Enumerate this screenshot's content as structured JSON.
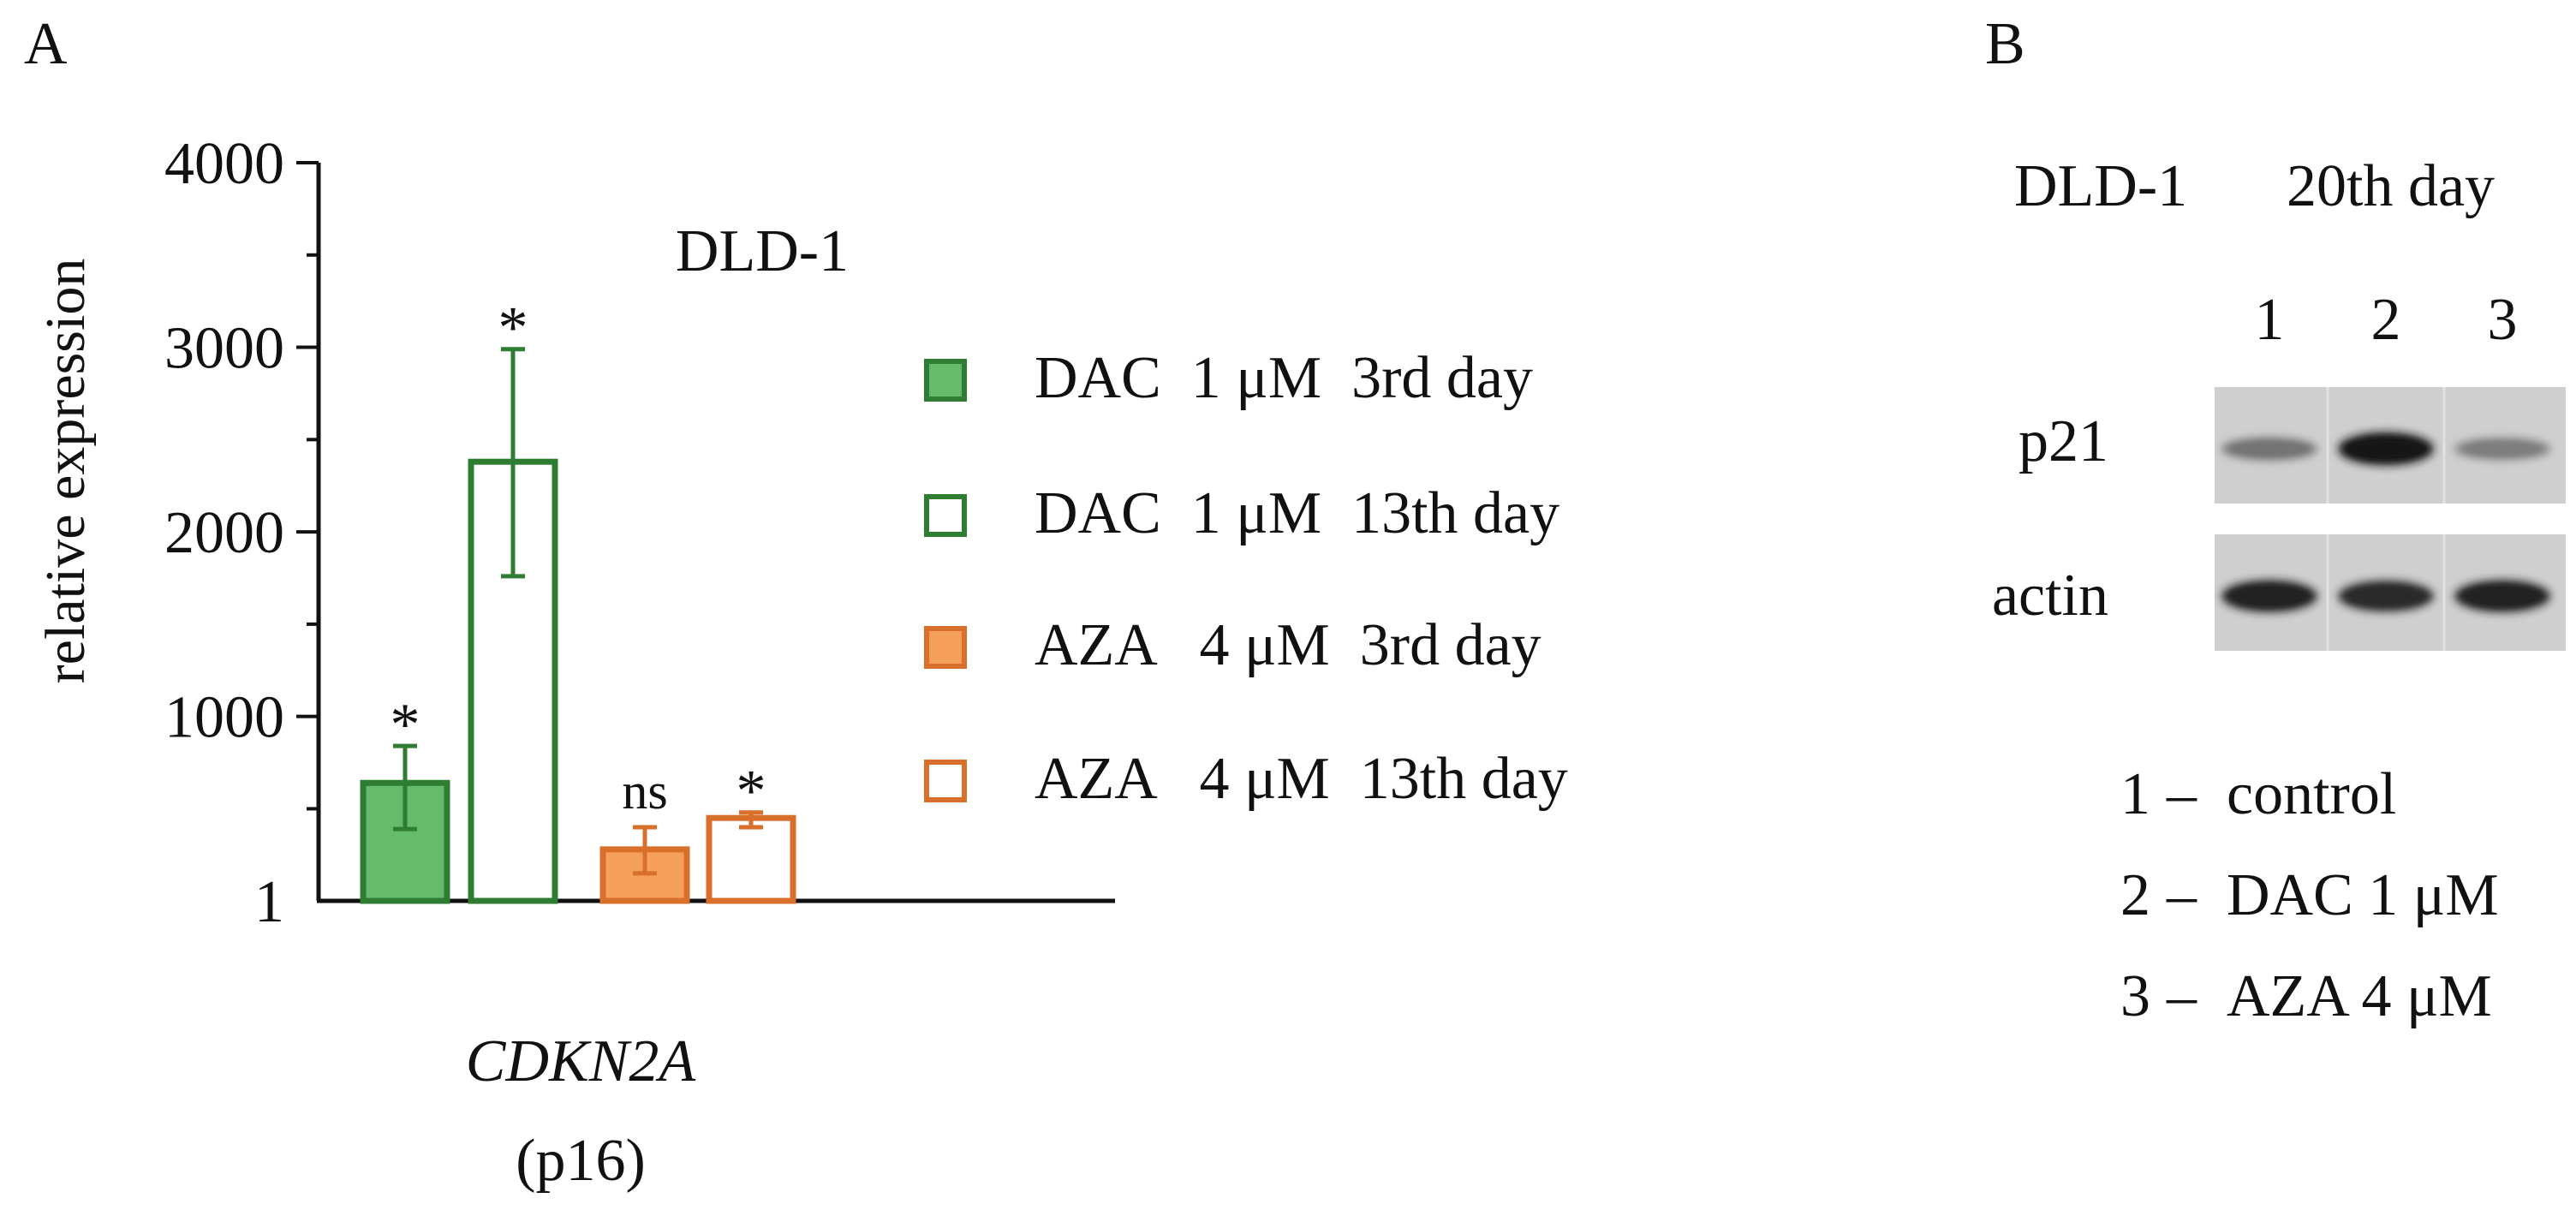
{
  "panel_a": {
    "label": "A",
    "chart_data": {
      "type": "bar",
      "title": "DLD-1",
      "ylabel": "relative expression",
      "yticks": [
        "4000",
        "3000",
        "2000",
        "1000",
        "1"
      ],
      "ytick_values": [
        4000,
        3000,
        2000,
        1000,
        1
      ],
      "ylim": [
        1,
        4000
      ],
      "gene_label": "CDKN2A",
      "gene_sublabel": "(p16)",
      "series": [
        {
          "name": "DAC  1 μM  3rd day",
          "value": 640,
          "err_low": 390,
          "err_high": 840,
          "sig": "*",
          "color": "#2e7d32",
          "fill": "#66bb6a",
          "filled": true
        },
        {
          "name": "DAC  1 μM  13th day",
          "value": 2380,
          "err_low": 1760,
          "err_high": 2990,
          "sig": "*",
          "color": "#2e7d32",
          "fill": "#ffffff",
          "filled": false
        },
        {
          "name": "AZA   4 μM  3rd day",
          "value": 280,
          "err_low": 150,
          "err_high": 400,
          "sig": "ns",
          "color": "#d86f2a",
          "fill": "#f4a05a",
          "filled": true
        },
        {
          "name": "AZA   4 μM  13th day",
          "value": 450,
          "err_low": 400,
          "err_high": 480,
          "sig": "*",
          "color": "#d86f2a",
          "fill": "#ffffff",
          "filled": false
        }
      ],
      "grid": false,
      "legend_placement": "right"
    }
  },
  "panel_b": {
    "label": "B",
    "cell_line": "DLD-1",
    "time": "20th day",
    "lanes": [
      "1",
      "2",
      "3"
    ],
    "rows": [
      {
        "name": "p21",
        "band_intensity": [
          0.45,
          0.95,
          0.4
        ]
      },
      {
        "name": "actin",
        "band_intensity": [
          0.9,
          0.85,
          0.9
        ]
      }
    ],
    "key": [
      {
        "num": "1",
        "dash": "–",
        "text": "control"
      },
      {
        "num": "2",
        "dash": "–",
        "text": "DAC 1 μM"
      },
      {
        "num": "3",
        "dash": "–",
        "text": "AZA 4 μM"
      }
    ]
  }
}
